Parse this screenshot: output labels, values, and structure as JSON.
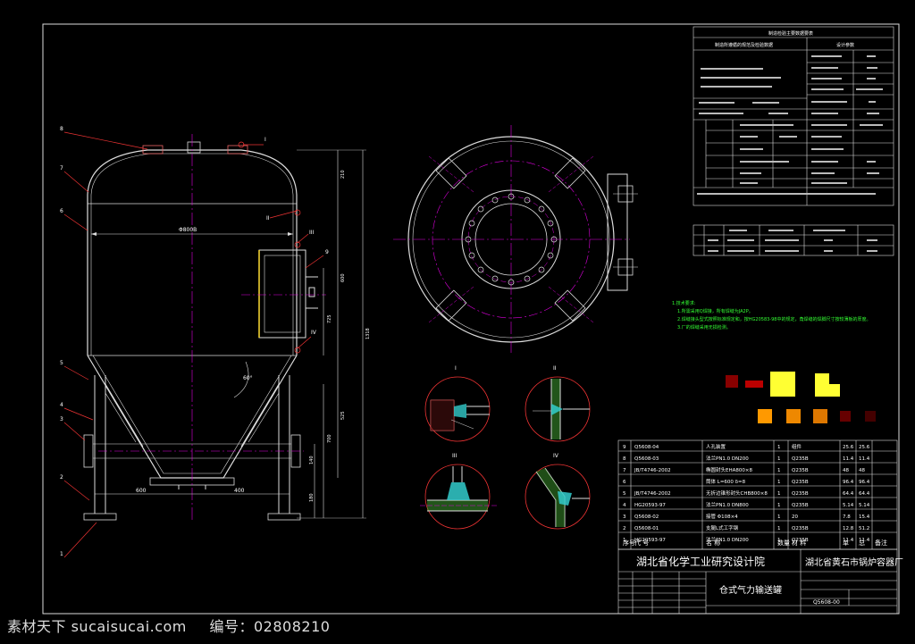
{
  "title_block": {
    "institute": "湖北省化学工业研究设计院",
    "factory": "湖北省黄石市锅炉容器厂",
    "drawing_title": "仓式气力输送罐",
    "drawing_number": "Q5608-00"
  },
  "tables": {
    "design_data_title": "制造检验主要数据要表",
    "col_manufacture": "制造所遵循的规范及检验数据",
    "col_design": "设计参数"
  },
  "notes": {
    "heading": "1.技术要求:",
    "lines": [
      "1.所需采用Q焊接，所有焊缝为JA2P。",
      "2.焊缝接头型式按照标准规定和，按HG20583-98中的规定，角焊缝的焊脚尺寸按较薄板的厚度。",
      "3.厂的焊缝采用无损检测。"
    ]
  },
  "dimensions": {
    "diameter": "Φ800B",
    "d_600_left": "600",
    "d_400_right": "400",
    "angle": "60°",
    "v1": "210",
    "v2": "600",
    "v3": "725",
    "v4": "525",
    "v5": "700",
    "v6": "140",
    "v7": "180",
    "total": "1318"
  },
  "callouts": [
    "8",
    "7",
    "6",
    "5",
    "4",
    "3",
    "2",
    "1",
    "9",
    "I",
    "II",
    "III",
    "IV"
  ],
  "detail_labels": [
    "I",
    "II",
    "III",
    "IV"
  ],
  "bom": {
    "header": [
      "序号",
      "代 号",
      "名 称",
      "数量",
      "材 料",
      "单",
      "总",
      "备注"
    ],
    "rows": [
      [
        "9",
        "Q5608-04",
        "人孔装置",
        "1",
        "组件",
        "25.6",
        "25.6",
        ""
      ],
      [
        "8",
        "Q5608-03",
        "法兰PN1.0 DN200",
        "1",
        "Q235B",
        "11.4",
        "11.4",
        ""
      ],
      [
        "7",
        "JB/T4746-2002",
        "椭圆封头EHA800×8",
        "1",
        "Q235B",
        "48",
        "48",
        ""
      ],
      [
        "6",
        "",
        "筒体 L=600 δ=8",
        "1",
        "Q235B",
        "96.4",
        "96.4",
        ""
      ],
      [
        "5",
        "JB/T4746-2002",
        "无折边锥形封头CHB800×8",
        "1",
        "Q235B",
        "64.4",
        "64.4",
        ""
      ],
      [
        "4",
        "HG20593-97",
        "法兰PN1.0 DN800",
        "1",
        "Q235B",
        "5.14",
        "5.14",
        ""
      ],
      [
        "3",
        "Q5608-02",
        "接管 Φ108×4",
        "1",
        "20",
        "7.8",
        "15.4",
        ""
      ],
      [
        "2",
        "Q5608-01",
        "支腿L式工字钢",
        "1",
        "Q235B",
        "12.8",
        "51.2",
        ""
      ],
      [
        "1",
        "HG20593-97",
        "法兰PN1.0 DN200",
        "1",
        "Q235B",
        "11.4",
        "11.4",
        ""
      ]
    ]
  },
  "watermark": {
    "site": "素材天下 sucaisucai.com",
    "code": "编号：02808210"
  }
}
